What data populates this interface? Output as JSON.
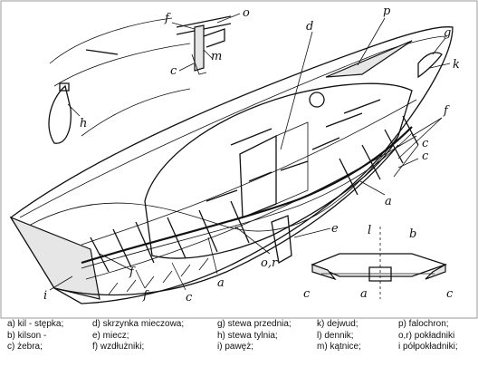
{
  "callouts": {
    "a1": "a",
    "a2": "a",
    "a3": "a",
    "b": "b",
    "c1": "c",
    "c2": "c",
    "c3": "c",
    "c4": "c",
    "c5": "c",
    "d": "d",
    "e": "e",
    "f1": "f",
    "f2": "f",
    "f3": "f",
    "f4": "f",
    "g": "g",
    "h": "h",
    "i": "i",
    "k": "k",
    "l": "l",
    "m": "m",
    "o1": "o",
    "or": "o,r",
    "p": "p"
  },
  "legend": {
    "col1": [
      "a) kil - stępka;",
      "b) kilson -",
      "c) żebra;"
    ],
    "col2": [
      "d) skrzynka mieczowa;",
      "e) miecz;",
      "f) wzdłużniki;"
    ],
    "col3": [
      "g) stewa przednia;",
      "h) stewa tylnia;",
      "i) pawęż;"
    ],
    "col4": [
      "k) dejwud;",
      "l) dennik;",
      "m) kątnice;"
    ],
    "col5": [
      "p) falochron;",
      "o,r) pokładniki",
      "i półpokładniki;"
    ]
  }
}
